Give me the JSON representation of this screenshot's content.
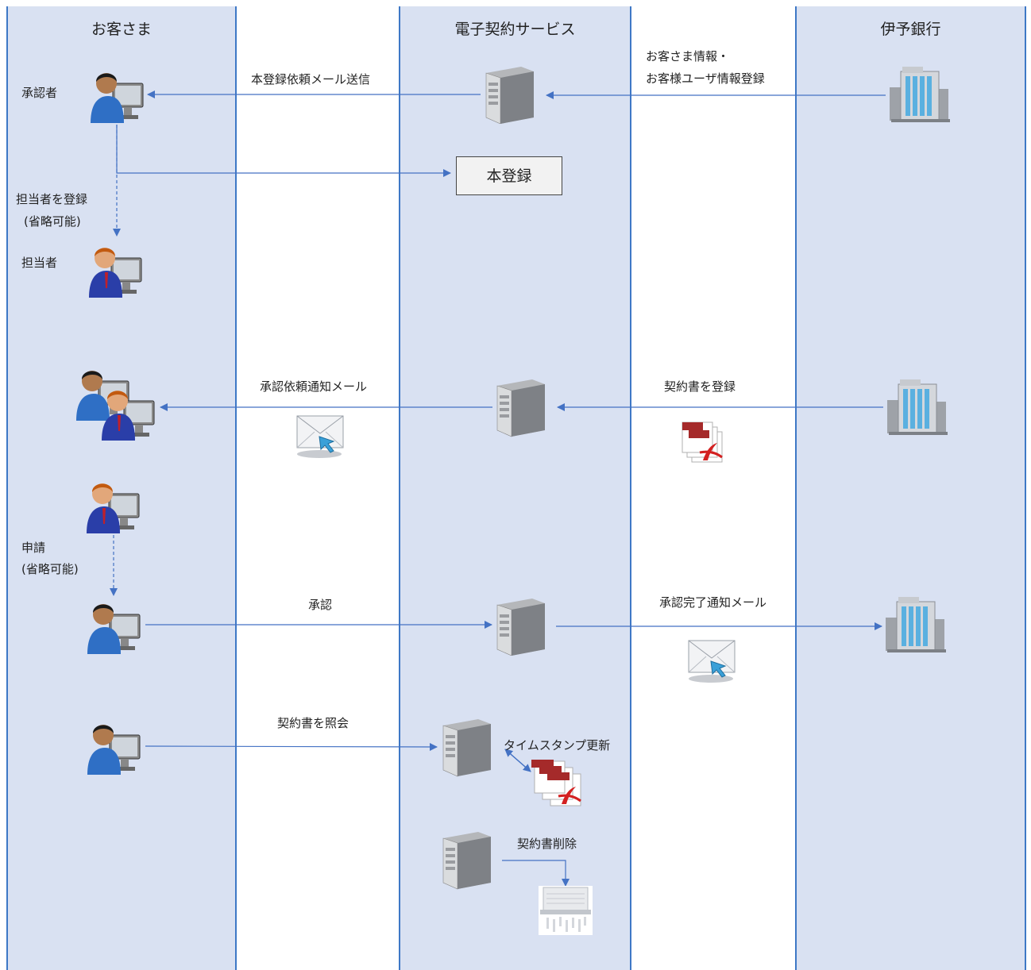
{
  "lanes": {
    "customer": "お客さま",
    "service": "電子契約サービス",
    "bank": "伊予銀行"
  },
  "labels": {
    "approver": "承認者",
    "register_staff_1": "担当者を登録",
    "register_staff_2": "(省略可能)",
    "staff": "担当者",
    "apply_1": "申請",
    "apply_2": "(省略可能)",
    "reg_request_mail": "本登録依頼メール送信",
    "customer_info_1": "お客さま情報・",
    "customer_info_2": "お客様ユーザ情報登録",
    "main_registration": "本登録",
    "approval_request_mail": "承認依頼通知メール",
    "register_contract": "契約書を登録",
    "approve": "承認",
    "approval_done_mail": "承認完了通知メール",
    "view_contract": "契約書を照会",
    "timestamp_update": "タイムスタンプ更新",
    "delete_contract": "契約書削除"
  },
  "icons": {
    "person": "person-computer-icon",
    "server": "server-icon",
    "building": "building-icon",
    "mail": "mail-icon",
    "pdf": "pdf-icon",
    "shredder": "shredder-icon"
  },
  "colors": {
    "lane_fill": "#d9e1f2",
    "lane_border": "#3e78c6",
    "arrow": "#4472c4"
  }
}
